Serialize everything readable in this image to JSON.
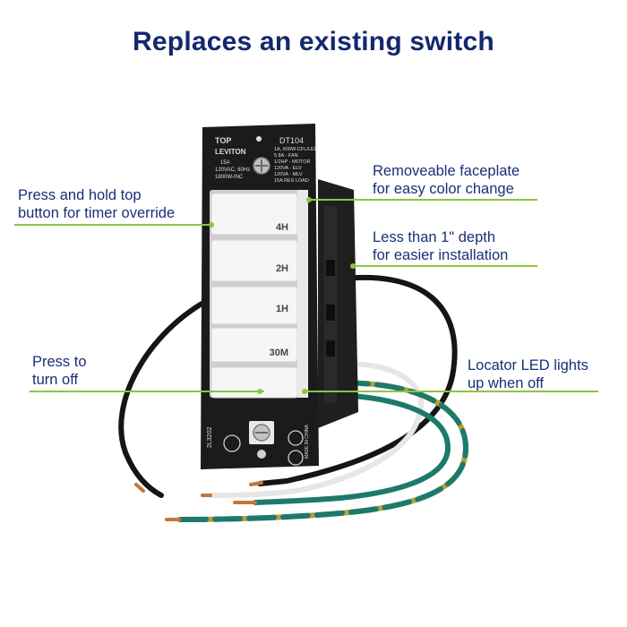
{
  "title": "Replaces an existing switch",
  "callouts": {
    "timer_override": [
      "Press and hold top",
      "button for timer override"
    ],
    "turn_off": [
      "Press to",
      "turn off"
    ],
    "faceplate": [
      "Removeable faceplate",
      "for easy color change"
    ],
    "depth": [
      "Less than 1\" depth",
      "for easier installation"
    ],
    "locator_led": [
      "Locator LED lights",
      "up when off"
    ]
  },
  "device": {
    "brand": "LEVITON",
    "top_mark": "TOP",
    "model": "DT104",
    "ratings_left": [
      "15A",
      "120VAC, 60Hz",
      "1800W-INC"
    ],
    "ratings_right": [
      "1A, 600W-CFL/LED",
      "5.8A - FAN",
      "1/2HP - MOTOR",
      "120VA - ELV",
      "120VA - MLV",
      "15A RES LOAD"
    ],
    "side_code": "2L3202",
    "made_in": "MADE IN CHINA",
    "buttons": [
      "4H",
      "2H",
      "1H",
      "30M",
      ""
    ]
  },
  "colors": {
    "title": "#13286e",
    "callout_text": "#1a2f78",
    "leader_line": "#8cc63f",
    "strap": "#1b1b1b",
    "button": "#f6f6f6",
    "wire_green": "#1c7a6c",
    "wire_black": "#151515"
  }
}
